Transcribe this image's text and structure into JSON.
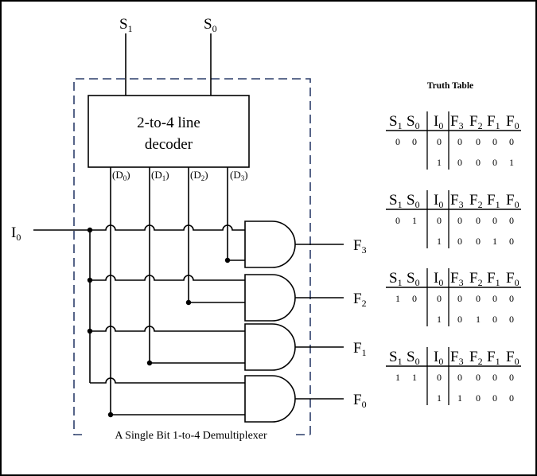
{
  "circuit": {
    "select_inputs": [
      {
        "base": "S",
        "sub": "1"
      },
      {
        "base": "S",
        "sub": "0"
      }
    ],
    "decoder": {
      "line1": "2-to-4 line",
      "line2": "decoder"
    },
    "decoder_outputs": [
      {
        "base": "(D",
        "sub": "0",
        "close": ")"
      },
      {
        "base": "(D",
        "sub": "1",
        "close": ")"
      },
      {
        "base": "(D",
        "sub": "2",
        "close": ")"
      },
      {
        "base": "(D",
        "sub": "3",
        "close": ")"
      }
    ],
    "data_input": {
      "base": "I",
      "sub": "0"
    },
    "outputs": [
      {
        "base": "F",
        "sub": "3"
      },
      {
        "base": "F",
        "sub": "2"
      },
      {
        "base": "F",
        "sub": "1"
      },
      {
        "base": "F",
        "sub": "0"
      }
    ],
    "caption": "A Single Bit 1-to-4 Demultiplexer"
  },
  "truth_table": {
    "title": "Truth Table",
    "headers": [
      {
        "base": "S",
        "sub": "1"
      },
      {
        "base": "S",
        "sub": "0"
      },
      {
        "base": "I",
        "sub": "0"
      },
      {
        "base": "F",
        "sub": "3"
      },
      {
        "base": "F",
        "sub": "2"
      },
      {
        "base": "F",
        "sub": "1"
      },
      {
        "base": "F",
        "sub": "0"
      }
    ],
    "groups": [
      {
        "s1": "0",
        "s0": "0",
        "rows": [
          {
            "i0": "0",
            "f": [
              "0",
              "0",
              "0",
              "0"
            ]
          },
          {
            "i0": "1",
            "f": [
              "0",
              "0",
              "0",
              "1"
            ]
          }
        ]
      },
      {
        "s1": "0",
        "s0": "1",
        "rows": [
          {
            "i0": "0",
            "f": [
              "0",
              "0",
              "0",
              "0"
            ]
          },
          {
            "i0": "1",
            "f": [
              "0",
              "0",
              "1",
              "0"
            ]
          }
        ]
      },
      {
        "s1": "1",
        "s0": "0",
        "rows": [
          {
            "i0": "0",
            "f": [
              "0",
              "0",
              "0",
              "0"
            ]
          },
          {
            "i0": "1",
            "f": [
              "0",
              "1",
              "0",
              "0"
            ]
          }
        ]
      },
      {
        "s1": "1",
        "s0": "1",
        "rows": [
          {
            "i0": "0",
            "f": [
              "0",
              "0",
              "0",
              "0"
            ]
          },
          {
            "i0": "1",
            "f": [
              "1",
              "0",
              "0",
              "0"
            ]
          }
        ]
      }
    ]
  }
}
